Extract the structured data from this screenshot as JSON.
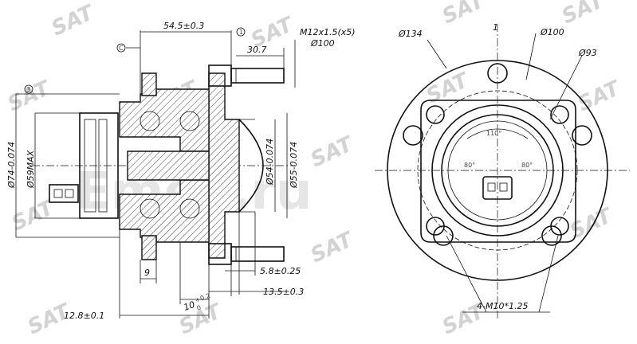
{
  "watermark": {
    "brand": "SAT",
    "site": "Emex.ru"
  },
  "side_view": {
    "dimensions": {
      "flange_offset": "54.5±0.3",
      "stud_length": "30.7",
      "hub_height": "5.8±0.25",
      "flange_to_stud": "13.5±0.3",
      "flange_thickness": "9",
      "seat_width": "12.8±0.1",
      "pilot_depth": "10",
      "pilot_tol": "+0.2",
      "pilot_tol_low": "0",
      "diameter_74": "Ø74-0.074",
      "diameter_59": "Ø59MAX",
      "diameter_54": "Ø54-0.074",
      "diameter_55": "Ø55-0.074"
    },
    "datum_labels": {
      "c": "C",
      "one": "1",
      "three": "3"
    }
  },
  "front_view": {
    "dimensions": {
      "stud_thread": "M12x1.5(x5)",
      "stud_pcd": "Ø100",
      "outer_diameter": "Ø134",
      "pcd_label": "Ø100",
      "center_bore": "Ø93",
      "bolt_spec": "4-M10*1.25",
      "angle_top": "110°",
      "angle_left": "80°",
      "angle_right": "80°"
    },
    "datum_label": "1"
  }
}
